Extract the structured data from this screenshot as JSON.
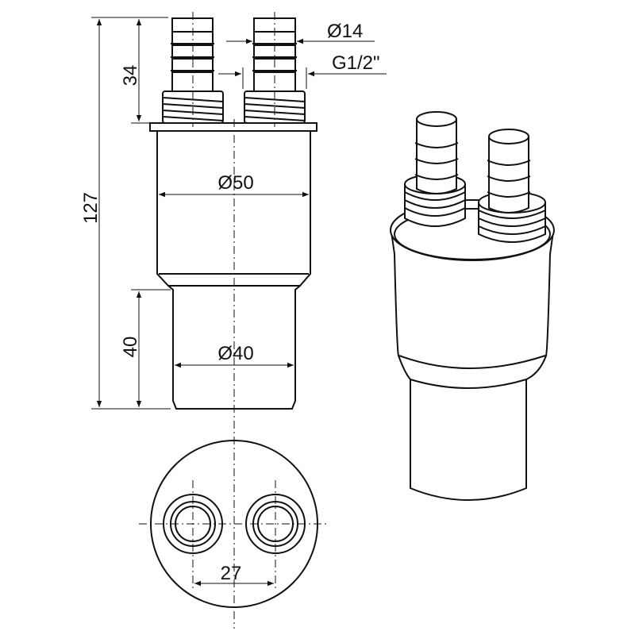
{
  "dimensions": {
    "hose_diameter": "Ø14",
    "thread": "G1/2\"",
    "upper_height": "34",
    "total_height": "127",
    "body_diameter": "Ø50",
    "lower_height": "40",
    "lower_diameter": "Ø40",
    "spacing": "27"
  }
}
